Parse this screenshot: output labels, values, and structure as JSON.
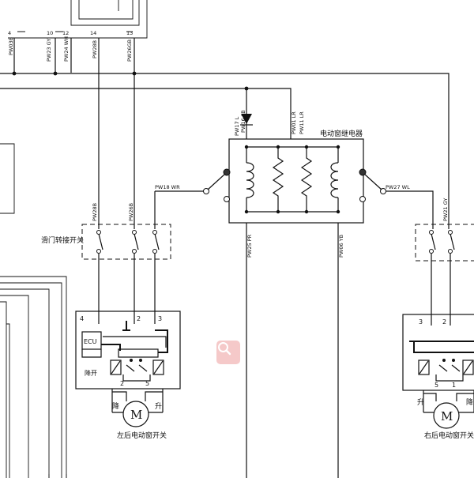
{
  "top_connector": {
    "pins": [
      "4",
      "10",
      "12",
      "14",
      "13"
    ],
    "wires": [
      "PW03B",
      "PW23 GY",
      "PW24 WH",
      "PW28B",
      "PW26GB"
    ]
  },
  "relay": {
    "label": "电动窗继电器",
    "wire_left": "PW17 L",
    "wire_diode": "PW16 LB",
    "wire_r1": "PW01 LR",
    "wire_r2": "PW11 LR",
    "wire_in_left": "PW18 WR",
    "wire_in_right": "PW27 WL",
    "wire_out1": "PW25 PR",
    "wire_out2": "PW06 YB"
  },
  "left_door": {
    "switch_label": "滑门转接开关",
    "wire_a": "PW28B",
    "wire_b": "PW26B",
    "pins": [
      "4",
      "2",
      "3"
    ],
    "ecu_label": "ECU",
    "down_label": "降开",
    "motor_left": "降",
    "motor_right": "升",
    "motor_symbol": "M",
    "motor_pins": [
      "2",
      "5"
    ],
    "module_label": "左后电动窗开关"
  },
  "right_door": {
    "wire_a": "PW21 GY",
    "pins": [
      "3",
      "2"
    ],
    "motor_left": "升",
    "motor_right": "降",
    "motor_symbol": "M",
    "motor_pins": [
      "5",
      "1"
    ],
    "module_label": "右后电动窗开关"
  },
  "search_icon": "search-icon",
  "colors": {
    "line": "#111111",
    "search_badge": "#f5c9c9",
    "search_glyph": "#ffffff"
  }
}
